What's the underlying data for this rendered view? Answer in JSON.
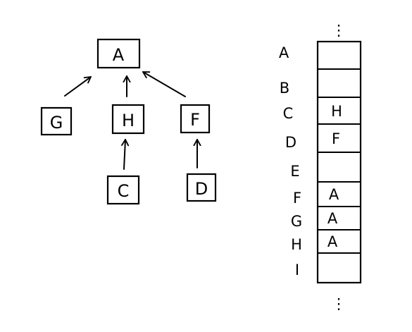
{
  "tree": {
    "nodes": [
      {
        "id": "A",
        "label": "A"
      },
      {
        "id": "G",
        "label": "G"
      },
      {
        "id": "H",
        "label": "H"
      },
      {
        "id": "F",
        "label": "F"
      },
      {
        "id": "C",
        "label": "C"
      },
      {
        "id": "D",
        "label": "D"
      }
    ],
    "edges": [
      {
        "from": "G",
        "to": "A"
      },
      {
        "from": "H",
        "to": "A"
      },
      {
        "from": "F",
        "to": "A"
      },
      {
        "from": "C",
        "to": "H"
      },
      {
        "from": "D",
        "to": "F"
      }
    ]
  },
  "array": {
    "rows": [
      {
        "label": "A",
        "value": ""
      },
      {
        "label": "B",
        "value": ""
      },
      {
        "label": "C",
        "value": "H"
      },
      {
        "label": "D",
        "value": "F"
      },
      {
        "label": "E",
        "value": ""
      },
      {
        "label": "F",
        "value": "A"
      },
      {
        "label": "G",
        "value": "A"
      },
      {
        "label": "H",
        "value": "A"
      },
      {
        "label": "I",
        "value": ""
      }
    ],
    "continuation_top": "⋮",
    "continuation_bottom": "⋮"
  }
}
